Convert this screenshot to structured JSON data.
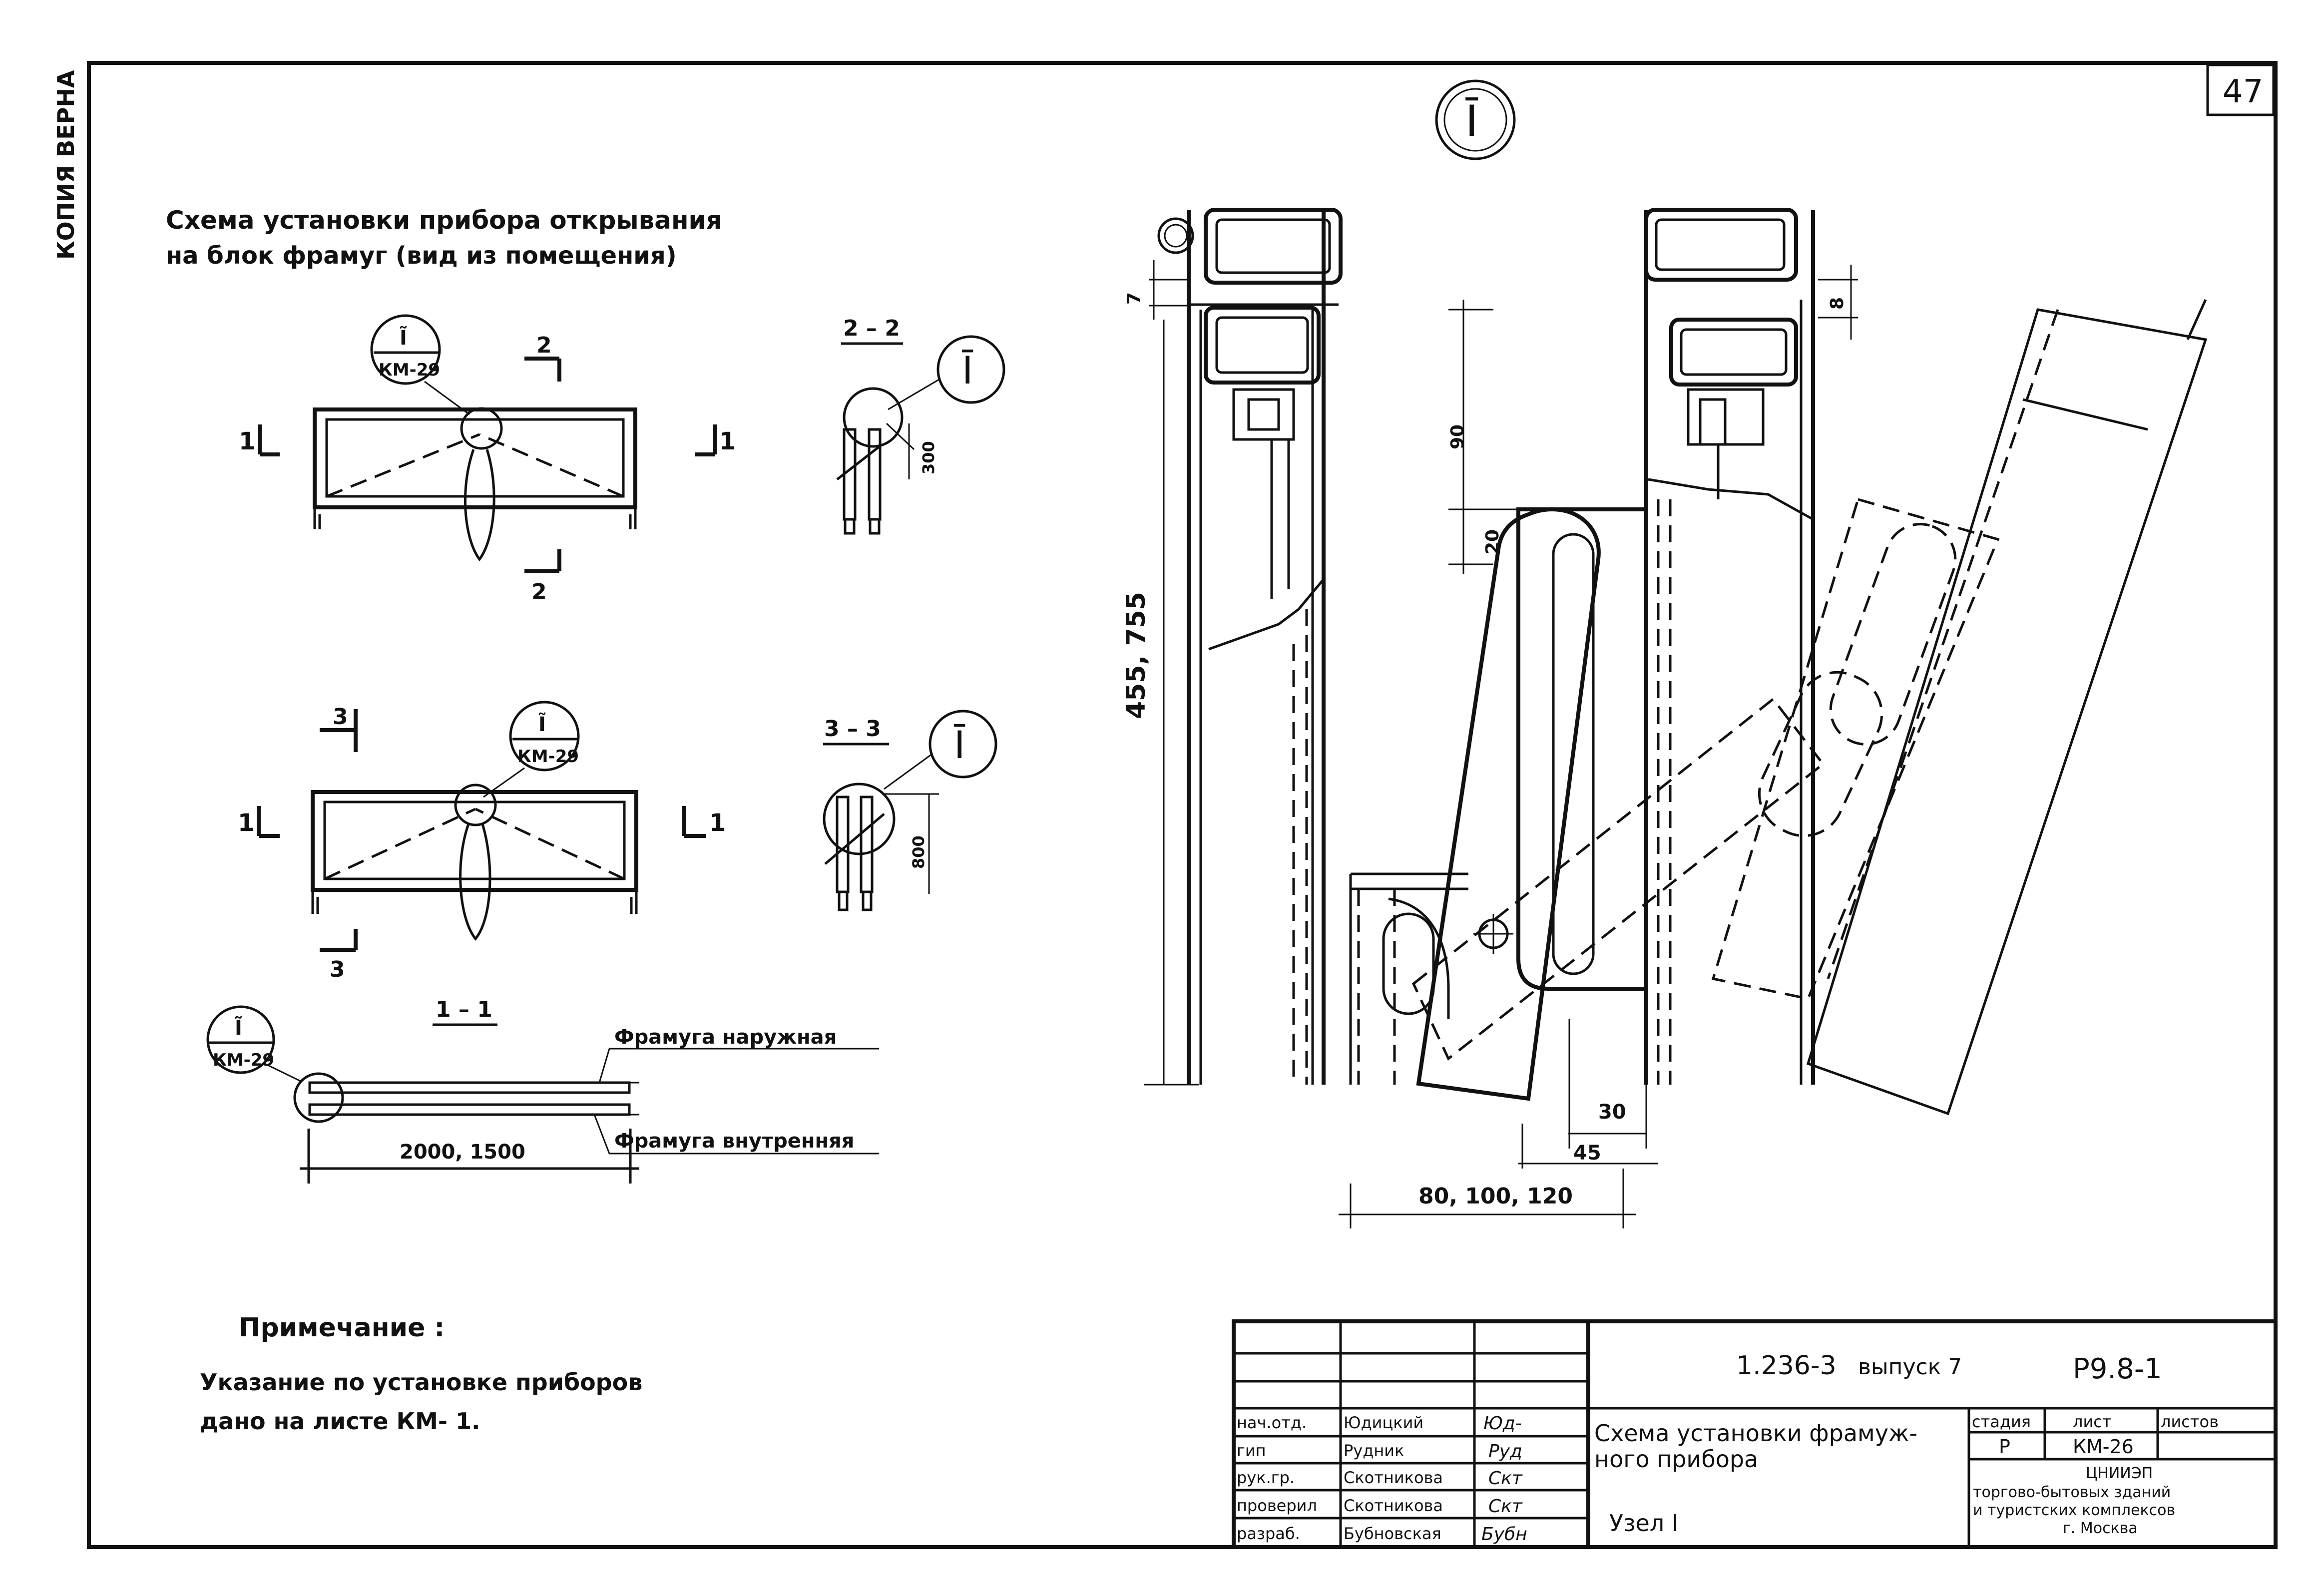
{
  "margin_stamp": "КОПИЯ ВЕРНА",
  "sheet_number": "47",
  "scheme_title_line1": "Схема установки прибора открывания",
  "scheme_title_line2": "на блок фрамуг (вид из помещения)",
  "callouts": {
    "node_mark": "Ī",
    "node_ref_top": "Ĩ",
    "node_ref_bottom": "КМ-29"
  },
  "section_marks": {
    "s1": "1",
    "s2": "2",
    "s3": "3",
    "sec_2_2": "2 – 2",
    "sec_3_3": "3 – 3",
    "sec_1_1": "1 – 1"
  },
  "dims": {
    "d300": "300",
    "d800": "800",
    "d2000": "2000, 1500",
    "d7": "7",
    "d8": "8",
    "d90": "90",
    "d20": "20",
    "d455": "455, 755",
    "d30": "30",
    "d45": "45",
    "d80": "80, 100, 120"
  },
  "labels": {
    "frame_outer": "Фрамуга наружная",
    "frame_inner": "Фрамуга внутренняя"
  },
  "note": {
    "title": "Примечание :",
    "line1": "Указание по установке    приборов",
    "line2": "дано на листе   КМ- 1."
  },
  "title_block": {
    "doc_code": "1.236-3",
    "issue": "выпуск 7",
    "doc_number": "Р9.8-1",
    "title_line1": "Схема установки фрамуж-",
    "title_line2": "ного прибора",
    "subtitle": "Узел I",
    "stage_label": "стадия",
    "stage_value": "Р",
    "sheet_label": "лист",
    "sheet_value": "КМ-26",
    "sheets_label": "листов",
    "sheets_value": "",
    "org_line1": "ЦНИИЭП",
    "org_line2": "торгово-бытовых зданий",
    "org_line3": "и туристских комплексов",
    "org_line4": "г. Москва",
    "roles": [
      {
        "role": "нач.отд.",
        "name": "Юдицкий",
        "sign": "Юд-"
      },
      {
        "role": "гип",
        "name": "Рудник",
        "sign": "Руд"
      },
      {
        "role": "рук.гр.",
        "name": "Скотникова",
        "sign": "Скт"
      },
      {
        "role": "проверил",
        "name": "Скотникова",
        "sign": "Скт"
      },
      {
        "role": "разраб.",
        "name": "Бубновская",
        "sign": "Бубн"
      }
    ]
  }
}
